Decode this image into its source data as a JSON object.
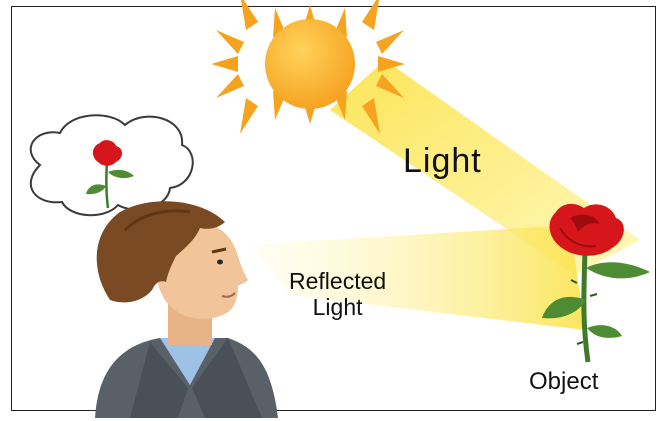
{
  "labels": {
    "light": "Light",
    "reflected_line1": "Reflected",
    "reflected_line2": "Light",
    "object": "Object"
  },
  "colors": {
    "sun": "#f6a623",
    "beam": "#fdf07a",
    "rose": "#d6161a",
    "stem": "#3f7a2a",
    "hair": "#7a4a24",
    "skin": "#f1c49a",
    "suit": "#5a6068",
    "shirt": "#9ec2e6"
  },
  "icons": {
    "sun": "sun-icon",
    "rose": "rose-icon",
    "thought": "thought-bubble-icon",
    "person": "person-icon"
  }
}
